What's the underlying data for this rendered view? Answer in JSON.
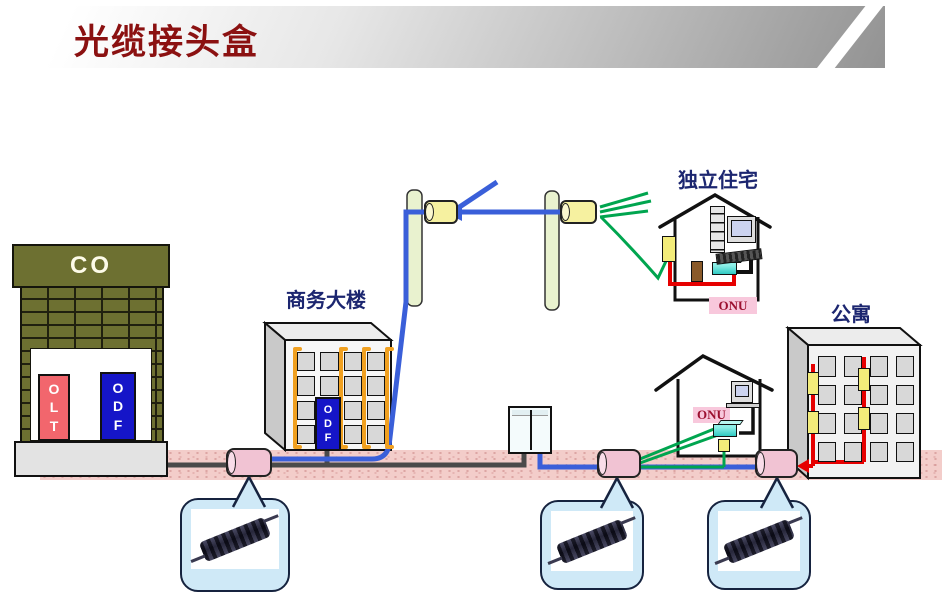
{
  "slide_title": "光缆接头盒",
  "diagram": {
    "co": {
      "building_label": "CO",
      "olt_label": "OLT",
      "odf_label": "ODF"
    },
    "business_building": {
      "label": "商务大楼",
      "odf_label": "ODF"
    },
    "detached_house": {
      "label": "独立住宅",
      "onu_label": "ONU"
    },
    "street_house": {
      "onu_label": "ONU"
    },
    "apartment": {
      "label": "公寓"
    },
    "icons": {
      "splice_closure_photo": "splice-closure-photo",
      "road_splice_closure": "underground-splice-closure",
      "pole_splice_closure": "aerial-splice-closure",
      "utility_pole": "utility-pole",
      "street_cabinet": "street-cabinet",
      "desktop_computer": "desktop-computer",
      "monitor": "monitor",
      "onu_device": "onu-device",
      "callout": "callout-bubble"
    },
    "colors": {
      "title_red": "#8b1111",
      "co_olive": "#6d7031",
      "olt_red": "#f2666d",
      "odf_blue": "#1515c8",
      "cable_feeder_blue": "#3a5fd9",
      "cable_drop_green": "#00a54f",
      "cable_indoor_red": "#e60000",
      "cable_trunk_gray": "#4a4a4a",
      "road_closure_pink": "#f1c3d3",
      "pole_closure_yellow": "#f6f1a0",
      "riser_orange": "#f0a020",
      "bubble_blue": "#cfe9f7",
      "road_pink": "#f3cdca",
      "label_navy": "#1c2670",
      "onu_cyan": "#2fc9c2"
    }
  }
}
